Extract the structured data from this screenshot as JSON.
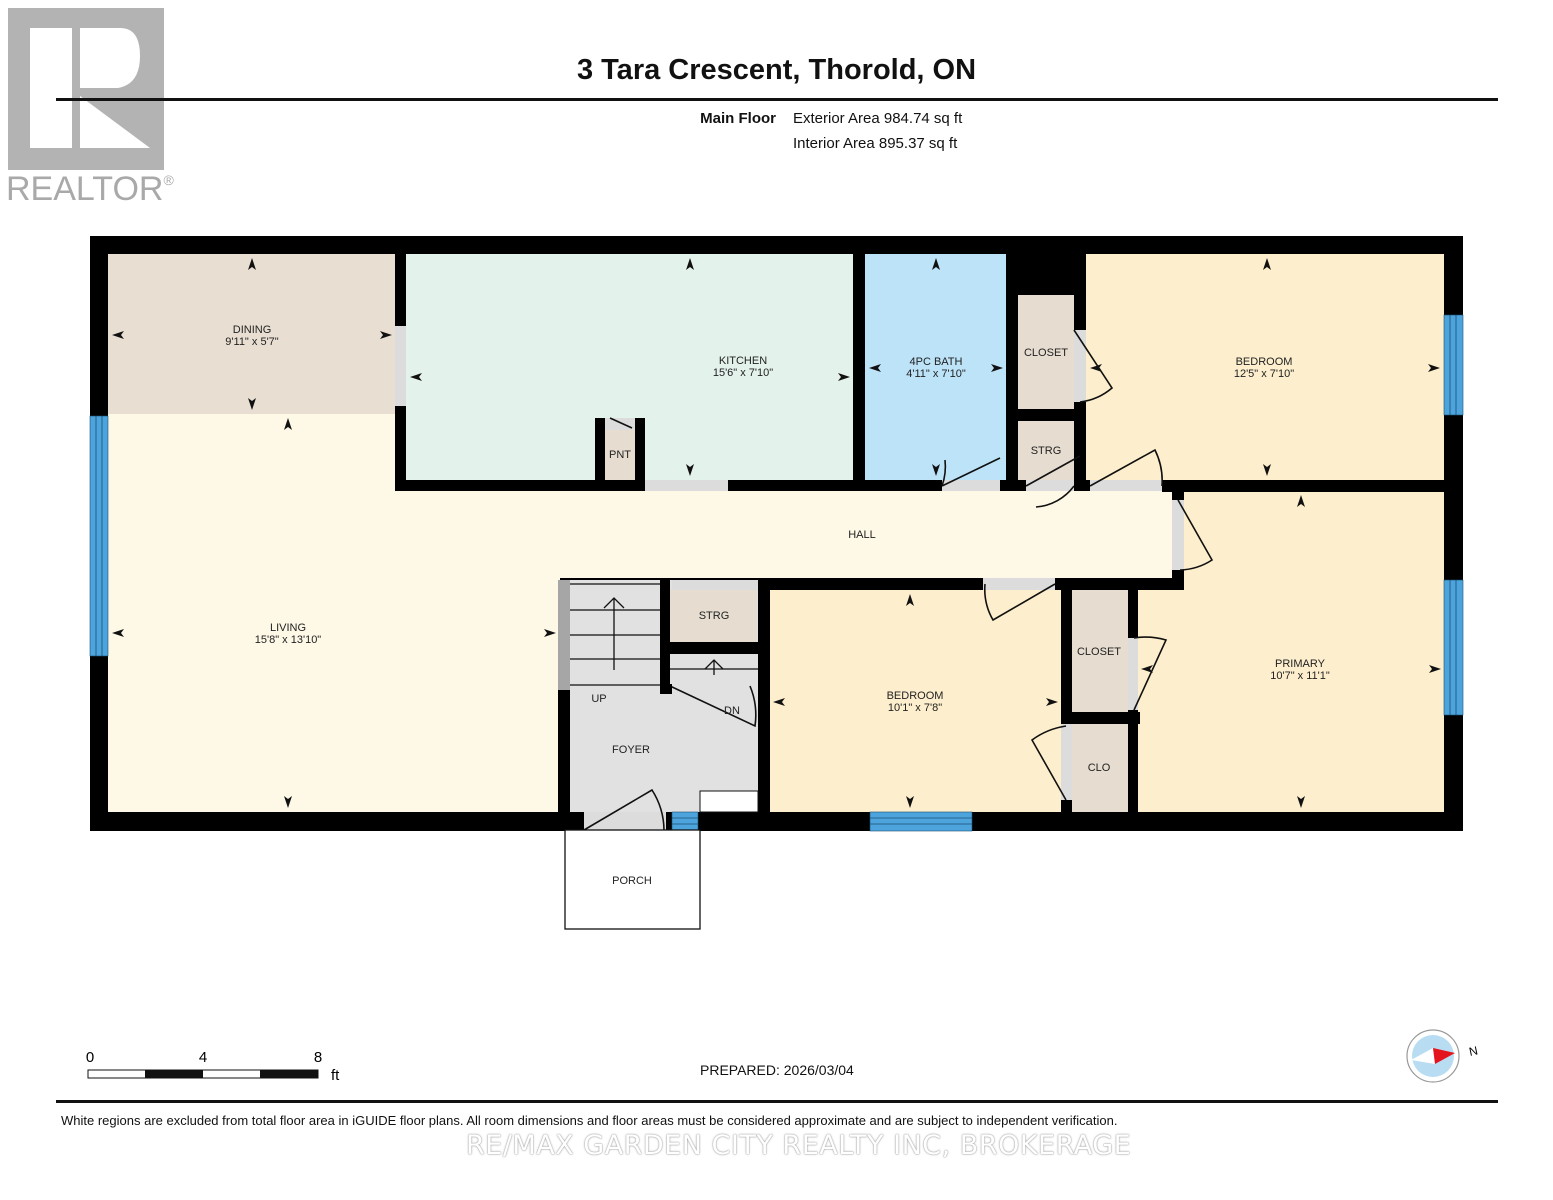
{
  "branding": {
    "logo_letter": "R",
    "logo_text": "REALTOR",
    "logo_reg": "®",
    "brokerage": "RE/MAX GARDEN CITY REALTY INC, BROKERAGE"
  },
  "header": {
    "title": "3 Tara Crescent, Thorold, ON",
    "floor_name": "Main Floor",
    "exterior_area": "Exterior Area 984.74 sq ft",
    "interior_area": "Interior Area 895.37 sq ft"
  },
  "colors": {
    "wall": "#000000",
    "window": "#4da3dc",
    "door_opening": "#dcdcdc",
    "living_hall": "#fef8e6",
    "dining": "#e8dfd2",
    "kitchen": "#e4f2ec",
    "bath": "#bde3f8",
    "bedroom": "#fdefcd",
    "closet": "#e6ddd0",
    "foyer": "#e1e1e1"
  },
  "rooms": [
    {
      "id": "dining",
      "name": "DINING",
      "dims": "9'11\" x 5'7\""
    },
    {
      "id": "kitchen",
      "name": "KITCHEN",
      "dims": "15'6\" x 7'10\""
    },
    {
      "id": "bath",
      "name": "4PC BATH",
      "dims": "4'11\" x 7'10\""
    },
    {
      "id": "closet1",
      "name": "CLOSET",
      "dims": ""
    },
    {
      "id": "strg1",
      "name": "STRG",
      "dims": ""
    },
    {
      "id": "bedroom1",
      "name": "BEDROOM",
      "dims": "12'5\" x 7'10\""
    },
    {
      "id": "pantry",
      "name": "PNT",
      "dims": ""
    },
    {
      "id": "hall",
      "name": "HALL",
      "dims": ""
    },
    {
      "id": "living",
      "name": "LIVING",
      "dims": "15'8\" x 13'10\""
    },
    {
      "id": "strg2",
      "name": "STRG",
      "dims": ""
    },
    {
      "id": "foyer",
      "name": "FOYER",
      "dims": ""
    },
    {
      "id": "bedroom2",
      "name": "BEDROOM",
      "dims": "10'1\" x 7'8\""
    },
    {
      "id": "closet2",
      "name": "CLOSET",
      "dims": ""
    },
    {
      "id": "clo",
      "name": "CLO",
      "dims": ""
    },
    {
      "id": "primary",
      "name": "PRIMARY",
      "dims": "10'7\" x 11'1\""
    },
    {
      "id": "porch",
      "name": "PORCH",
      "dims": ""
    }
  ],
  "stairs": {
    "up_label": "UP",
    "down_label": "DN"
  },
  "scale_bar": {
    "ticks": [
      "0",
      "4",
      "8"
    ],
    "unit": "ft"
  },
  "compass": {
    "label": "N"
  },
  "footer": {
    "prepared": "PREPARED: 2026/03/04",
    "disclaimer": "White regions are excluded from total floor area in iGUIDE floor plans. All room dimensions and floor areas must be considered approximate and are subject to independent verification."
  }
}
